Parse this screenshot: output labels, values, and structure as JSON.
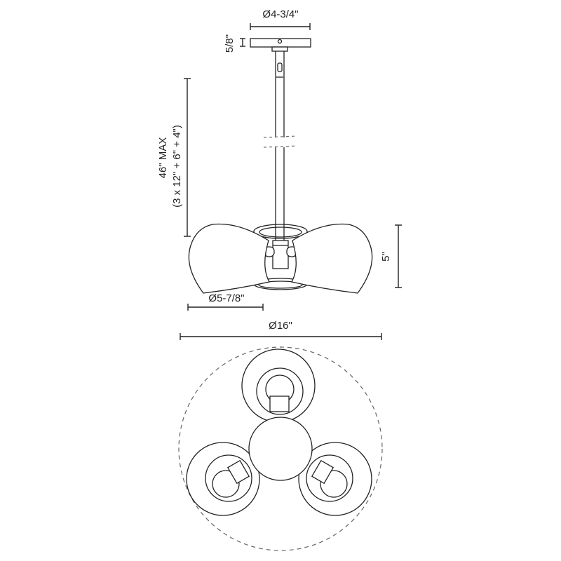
{
  "dimensions": {
    "canopy_diameter": "Ø4-3/4\"",
    "canopy_height": "5/8\"",
    "overall_height": "46\" MAX",
    "rod_breakdown": "(3 x 12\" + 6\" + 4\")",
    "shade_height": "5\"",
    "shade_diameter": "Ø5-7/8\"",
    "fixture_diameter": "Ø16\""
  },
  "colors": {
    "line": "#222222",
    "dashed": "#666666",
    "background": "#ffffff"
  }
}
